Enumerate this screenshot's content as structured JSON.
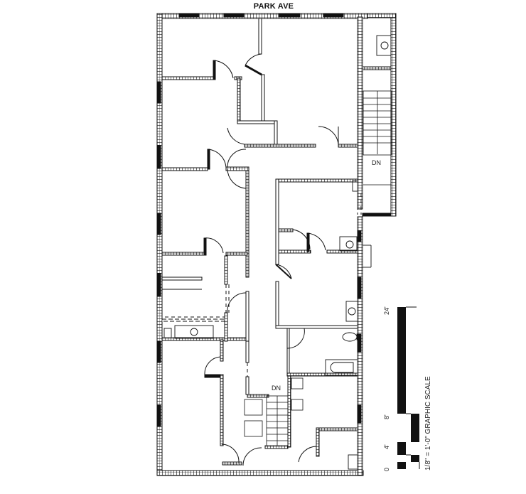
{
  "plan": {
    "street_label": "PARK AVE",
    "stair_labels": [
      {
        "id": "stair-north",
        "text": "DN"
      },
      {
        "id": "stair-south",
        "text": "DN"
      }
    ],
    "scale": {
      "title": "1/8\" = 1'-0\" GRAPHIC SCALE",
      "ticks": [
        "0",
        "4'",
        "8'",
        "24'"
      ]
    },
    "colors": {
      "wall": "#111111",
      "background": "#ffffff"
    }
  }
}
